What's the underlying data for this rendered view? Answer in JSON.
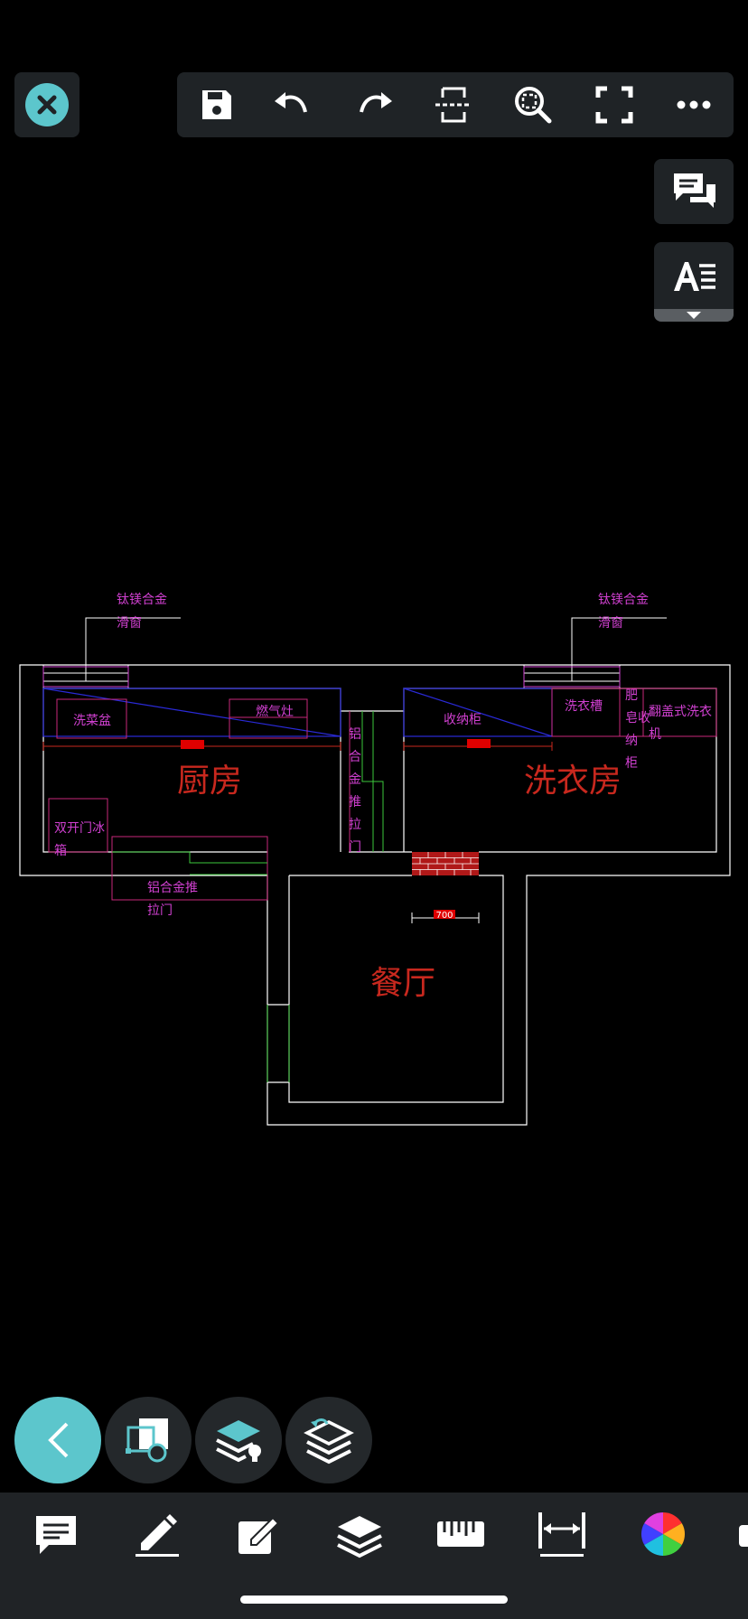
{
  "colors": {
    "background": "#000000",
    "panel": "#1f2326",
    "accent": "#5cc6cc",
    "cad_white": "#ffffff",
    "cad_magenta": "#d040d0",
    "cad_red": "#c8281e",
    "cad_blue": "#2a2ad8",
    "cad_green": "#3cc83c",
    "cad_label_red": "#e00000"
  },
  "toolbar": {
    "close": "close-icon",
    "icons": [
      "save-icon",
      "undo-icon",
      "redo-icon",
      "section-icon",
      "zoom-window-icon",
      "fullscreen-icon",
      "more-icon"
    ]
  },
  "side": {
    "comments": "comments-icon",
    "text_format": "text-format-icon"
  },
  "drawing": {
    "labels": {
      "window_left_1": "钛镁合金",
      "window_left_2": "滑窗",
      "window_right_1": "钛镁合金",
      "window_right_2": "滑窗",
      "sink": "洗菜盆",
      "stove": "燃气灶",
      "storage": "收纳柜",
      "laundry_tub": "洗衣槽",
      "soap_1": "肥",
      "soap_2": "皂收",
      "soap_3": "纳",
      "soap_4": "柜",
      "washer_1": "翻盖式洗衣",
      "washer_2": "机",
      "kitchen": "厨房",
      "laundry": "洗衣房",
      "fridge_1": "双开门冰",
      "fridge_2": "箱",
      "door_1": "铝合金推",
      "door_2": "拉门",
      "vdoor_1": "铝",
      "vdoor_2": "合",
      "vdoor_3": "金",
      "vdoor_4": "推",
      "vdoor_5": "拉",
      "vdoor_6": "门",
      "dim": "700",
      "dining": "餐厅"
    }
  },
  "fabs": [
    "back-icon",
    "block-icon",
    "layer-light-icon",
    "layer-restore-icon"
  ],
  "bottom_bar": [
    "annotation-icon",
    "pencil-icon",
    "edit-icon",
    "layers-icon",
    "ruler-icon",
    "dimension-icon",
    "color-wheel-icon",
    "more-tools-icon"
  ]
}
